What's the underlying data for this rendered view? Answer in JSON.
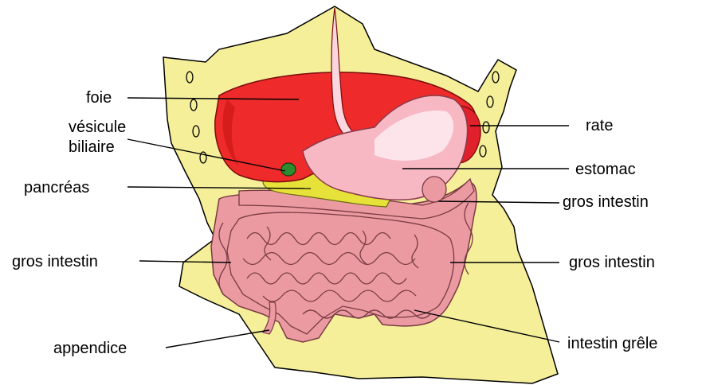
{
  "labels": {
    "foie": "foie",
    "vesicule_line1": "vésicule",
    "vesicule_line2": "biliaire",
    "pancreas": "pancréas",
    "gros_intestin_left": "gros intestin",
    "appendice": "appendice",
    "rate": "rate",
    "estomac": "estomac",
    "gros_intestin_right_top": "gros intestin",
    "gros_intestin_right_mid": "gros intestin",
    "intestin_grele": "intestin grêle"
  },
  "colors": {
    "body": "#f5ef9a",
    "liver": "#ee2a2a",
    "liver_dark": "#c81414",
    "spleen": "#e0202a",
    "stomach": "#f7b8c4",
    "stomach_light": "#fde3ea",
    "intestine": "#eb9aa2",
    "intestine_dark": "#c95f6a",
    "gallbladder": "#2e8b2e",
    "pancreas": "#e6e23a",
    "line": "#000000"
  }
}
